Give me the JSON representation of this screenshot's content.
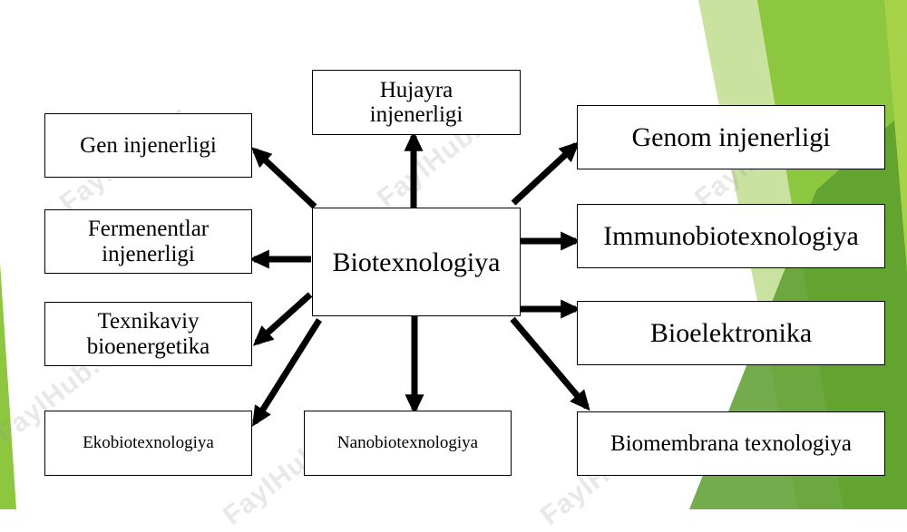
{
  "diagram": {
    "center": "Biotexnologiya",
    "nodes": [
      {
        "id": "hujayra",
        "label": "Hujayra injenerligi"
      },
      {
        "id": "gen",
        "label": "Gen injenerligi"
      },
      {
        "id": "fermenentlar",
        "label": "Fermenentlar injenerligi"
      },
      {
        "id": "texnikaviy",
        "label": "Texnikaviy bioenergetika"
      },
      {
        "id": "ekobio",
        "label": "Ekobiotexnologiya"
      },
      {
        "id": "nanobio",
        "label": "Nanobiotexnologiya"
      },
      {
        "id": "genom",
        "label": "Genom injenerligi"
      },
      {
        "id": "immuno",
        "label": "Immunobiotexnologiya"
      },
      {
        "id": "bioelektronika",
        "label": "Bioelektronika"
      },
      {
        "id": "biomembrana",
        "label": "Biomembrana texnologiya"
      }
    ],
    "edges": [
      {
        "from": "center",
        "to": "hujayra"
      },
      {
        "from": "center",
        "to": "gen"
      },
      {
        "from": "center",
        "to": "fermenentlar"
      },
      {
        "from": "center",
        "to": "texnikaviy"
      },
      {
        "from": "center",
        "to": "ekobio"
      },
      {
        "from": "center",
        "to": "nanobio"
      },
      {
        "from": "center",
        "to": "genom"
      },
      {
        "from": "center",
        "to": "immuno"
      },
      {
        "from": "center",
        "to": "bioelektronika"
      },
      {
        "from": "center",
        "to": "biomembrana"
      }
    ]
  },
  "watermark": "FaylHub.uz",
  "colors": {
    "accent_green": "#8dc63f",
    "dark_green": "#4e8a2a",
    "line": "#000000"
  }
}
